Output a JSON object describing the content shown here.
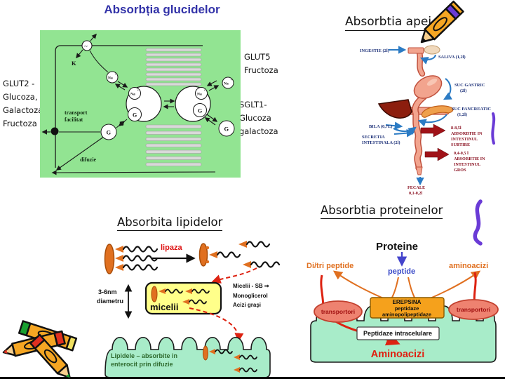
{
  "glucides": {
    "title": "Absorbția glucidelor",
    "glut2": [
      "GLUT2 -",
      "Glucoza,",
      "Galactoza",
      "Fructoza"
    ],
    "glut5": [
      "GLUT5",
      "Fructoza"
    ],
    "sglt1": [
      "SGLT1-",
      "Glucoza",
      "galactoza"
    ],
    "transport": [
      "transport",
      "facilitat"
    ],
    "difuzie": "difuzie",
    "na": "Na",
    "plus": "+",
    "g": "G",
    "k": "K",
    "pump": "~"
  },
  "water": {
    "title": "Absorbtia apei",
    "ingestie": "INGESTIE (2l)",
    "saliva": "SALIVA (1,2l)",
    "suc_gastric": [
      "SUC GASTRIC",
      "(2l)"
    ],
    "suc_pancreatic": [
      "SUC PANCREATIC",
      "(1,2l)"
    ],
    "bila": "BILA (0,7L)",
    "secretia": [
      "SECRETIA",
      "INTESTINALA (2l)"
    ],
    "abs_subtire": [
      "8-8,5l",
      "ABSORBTIE IN",
      "INTESTINUL",
      "SUBTIRE"
    ],
    "abs_gros": [
      "0,4-0,5 l",
      "ABSORBTIE IN",
      "INTESTINUL",
      "GROS"
    ],
    "fecale": [
      "FECALE",
      "0,1-0,2l"
    ]
  },
  "lipids": {
    "title": "Absorbita lipidelor",
    "lipaza": "lipaza",
    "diametru": [
      "3-6nm",
      "diametru"
    ],
    "micelii": "micelii",
    "legend": [
      "Micelii - SB ⇒",
      "Monoglicerol",
      "Acizi graşi"
    ],
    "enterocit": [
      "Lipidele – absorbite in",
      "enterocit prin difuzie"
    ]
  },
  "proteins": {
    "title": "Absorbtia proteinelor",
    "proteine": "Proteine",
    "peptide": "peptide",
    "ditri": "Di/tri peptide",
    "aminoacizi_top": "aminoacizi",
    "erepsina": [
      "EREPSINA",
      "peptidaze",
      "aminopolipeptidaze"
    ],
    "transportori": "transportori",
    "peptidaze_intracelulare": "Peptidaze intracelulare",
    "aminoacizi": "Aminoacizi"
  },
  "colors": {
    "title_blue": "#3232a8",
    "membrane_green": "#92e492",
    "cell_mint": "#a8ecc9",
    "micelle_yellow": "#ffff8a",
    "orange": "#e07020",
    "red": "#dd2211",
    "navy": "#1b2f77",
    "maroon": "#8a1020",
    "salmon": "#f2a48e",
    "purple": "#6a3bd6"
  }
}
